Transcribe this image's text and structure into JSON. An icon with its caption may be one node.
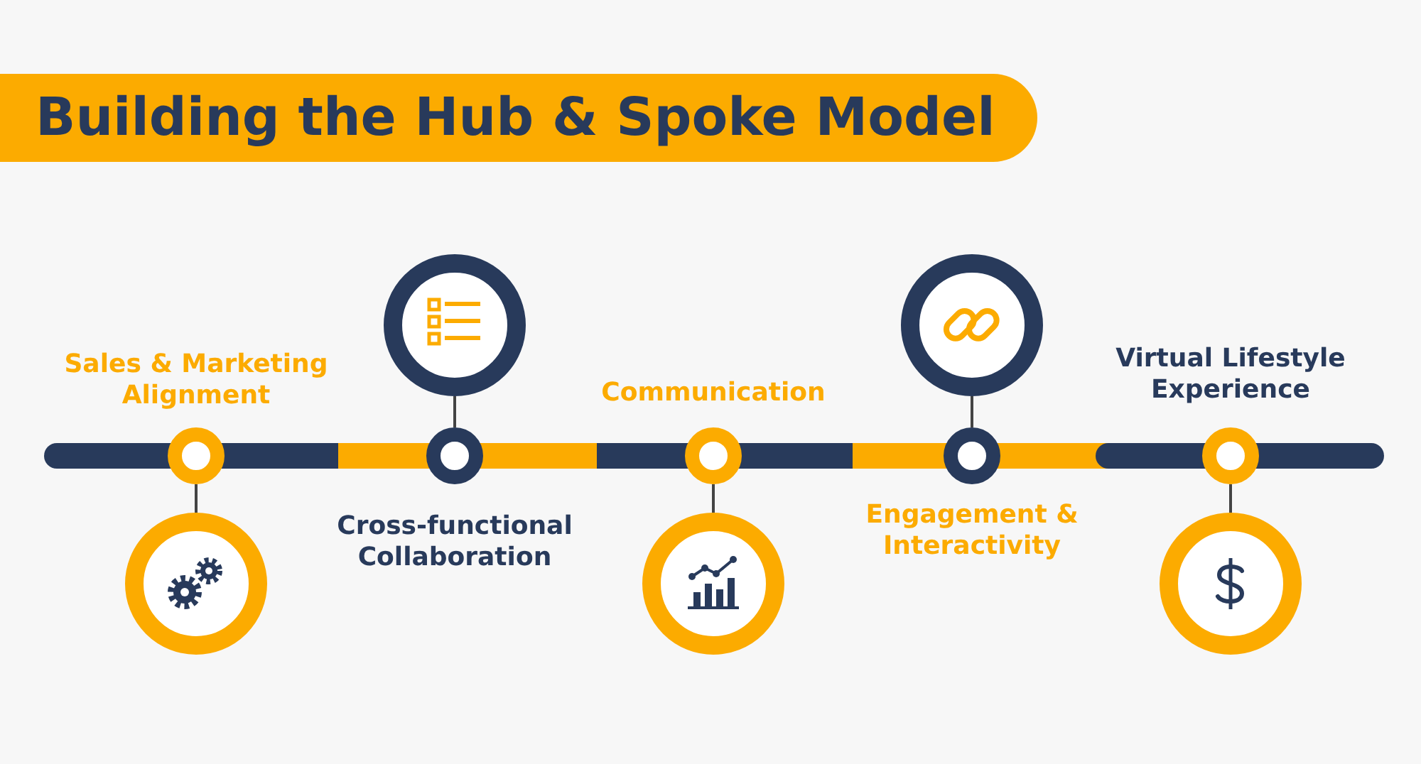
{
  "diagram": {
    "title": "Building the Hub & Spoke Model",
    "nodes": [
      {
        "text": [],
        "shape": "circle",
        "beside": [
          "Sales & Marketing Alignment"
        ]
      },
      {
        "text": [],
        "shape": "circle",
        "beside": [
          "Cross-functional Collaboration"
        ]
      },
      {
        "text": [],
        "shape": "circle",
        "beside": [
          "Communication"
        ]
      },
      {
        "text": [],
        "shape": "circle",
        "beside": [
          "Engagement & Interactivity"
        ]
      },
      {
        "text": [],
        "shape": "circle",
        "beside": [
          "Virtual Lifestyle Experience"
        ]
      },
      {
        "text": [],
        "shape": "circle"
      },
      {
        "text": [],
        "shape": "circle"
      },
      {
        "text": [],
        "shape": "circle"
      },
      {
        "text": [],
        "shape": "circle"
      },
      {
        "text": [],
        "shape": "circle"
      }
    ],
    "edges": [
      {
        "from": 0,
        "to": 5,
        "arrow": "none"
      },
      {
        "from": 1,
        "to": 6,
        "arrow": "none"
      },
      {
        "from": 2,
        "to": 7,
        "arrow": "none"
      },
      {
        "from": 3,
        "to": 8,
        "arrow": "none"
      },
      {
        "from": 4,
        "to": 9,
        "arrow": "none"
      }
    ]
  }
}
